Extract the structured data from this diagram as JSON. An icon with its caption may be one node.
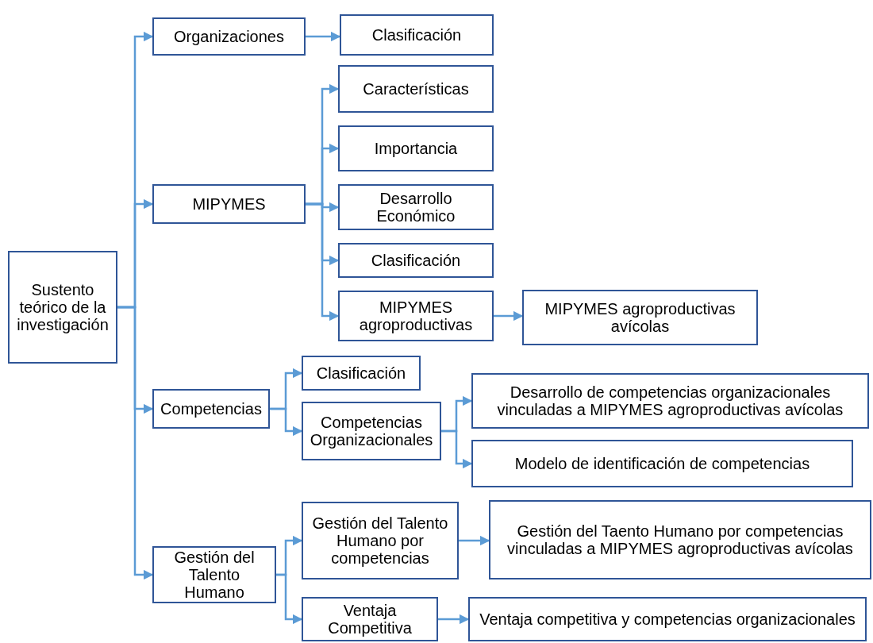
{
  "diagram": {
    "nodes": [
      {
        "text": [
          "Sustento teórico de la investigación"
        ]
      },
      {
        "text": [
          "Organizaciones"
        ]
      },
      {
        "text": [
          "Clasificación"
        ]
      },
      {
        "text": [
          "MIPYMES"
        ]
      },
      {
        "text": [
          "Características"
        ]
      },
      {
        "text": [
          "Importancia"
        ]
      },
      {
        "text": [
          "Desarrollo Económico"
        ]
      },
      {
        "text": [
          "Clasificación"
        ]
      },
      {
        "text": [
          "MIPYMES agroproductivas"
        ]
      },
      {
        "text": [
          "MIPYMES agroproductivas avícolas"
        ]
      },
      {
        "text": [
          "Competencias"
        ]
      },
      {
        "text": [
          "Clasificación"
        ]
      },
      {
        "text": [
          "Competencias Organizacionales"
        ]
      },
      {
        "text": [
          "Desarrollo de competencias organizacionales vinculadas a MIPYMES agroproductivas avícolas"
        ]
      },
      {
        "text": [
          "Modelo de identificación de competencias"
        ]
      },
      {
        "text": [
          "Gestión del Talento Humano"
        ]
      },
      {
        "text": [
          "Gestión del Talento Humano por competencias"
        ]
      },
      {
        "text": [
          "Gestión del Taento Humano por competencias vinculadas a MIPYMES agroproductivas avícolas"
        ]
      },
      {
        "text": [
          "Ventaja Competitiva"
        ]
      },
      {
        "text": [
          "Ventaja competitiva y competencias organizacionales"
        ]
      }
    ],
    "edges": [
      {
        "from": 0,
        "to": 1,
        "arrow": "to"
      },
      {
        "from": 0,
        "to": 3,
        "arrow": "to"
      },
      {
        "from": 0,
        "to": 10,
        "arrow": "to"
      },
      {
        "from": 0,
        "to": 15,
        "arrow": "to"
      },
      {
        "from": 1,
        "to": 2,
        "arrow": "to"
      },
      {
        "from": 3,
        "to": 4,
        "arrow": "to"
      },
      {
        "from": 3,
        "to": 5,
        "arrow": "to"
      },
      {
        "from": 3,
        "to": 6,
        "arrow": "to"
      },
      {
        "from": 3,
        "to": 7,
        "arrow": "to"
      },
      {
        "from": 3,
        "to": 8,
        "arrow": "to"
      },
      {
        "from": 8,
        "to": 9,
        "arrow": "to"
      },
      {
        "from": 10,
        "to": 11,
        "arrow": "to"
      },
      {
        "from": 10,
        "to": 12,
        "arrow": "to"
      },
      {
        "from": 12,
        "to": 13,
        "arrow": "to"
      },
      {
        "from": 12,
        "to": 14,
        "arrow": "to"
      },
      {
        "from": 15,
        "to": 16,
        "arrow": "to"
      },
      {
        "from": 15,
        "to": 18,
        "arrow": "to"
      },
      {
        "from": 16,
        "to": 17,
        "arrow": "to"
      },
      {
        "from": 18,
        "to": 19,
        "arrow": "to"
      }
    ]
  }
}
